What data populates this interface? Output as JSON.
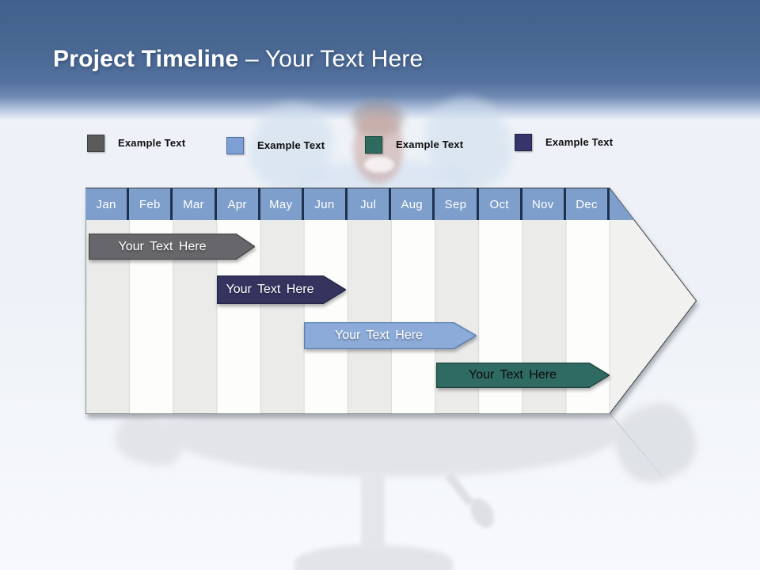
{
  "slide": {
    "title_bold": "Project Timeline",
    "title_rest": "– Your Text Here"
  },
  "legend": {
    "items": [
      {
        "label": "Example Text",
        "color": "#5b5b5b",
        "name": "gray"
      },
      {
        "label": "Example Text",
        "color": "#7d9fd3",
        "name": "light-blue"
      },
      {
        "label": "Example Text",
        "color": "#2e6b5e",
        "name": "teal"
      },
      {
        "label": "Example Text",
        "color": "#35356b",
        "name": "navy"
      }
    ]
  },
  "timeline": {
    "months": [
      "Jan",
      "Feb",
      "Mar",
      "Apr",
      "May",
      "Jun",
      "Jul",
      "Aug",
      "Sep",
      "Oct",
      "Nov",
      "Dec"
    ],
    "header_color": "#7e9fcb",
    "bars": [
      {
        "label": "Your Text Here",
        "color": "#67676b",
        "text_color": "#ffffff",
        "start_month": "Jan",
        "end_month": "Apr"
      },
      {
        "label": "Your Text Here",
        "color": "#34345f",
        "text_color": "#ffffff",
        "start_month": "Apr",
        "end_month": "Jun"
      },
      {
        "label": "Your Text Here",
        "color": "#8cabd8",
        "text_color": "#ffffff",
        "start_month": "Jun",
        "end_month": "Sep"
      },
      {
        "label": "Your Text Here",
        "color": "#2f6b62",
        "text_color": "#000000",
        "start_month": "Sep",
        "end_month": "Dec"
      }
    ]
  }
}
